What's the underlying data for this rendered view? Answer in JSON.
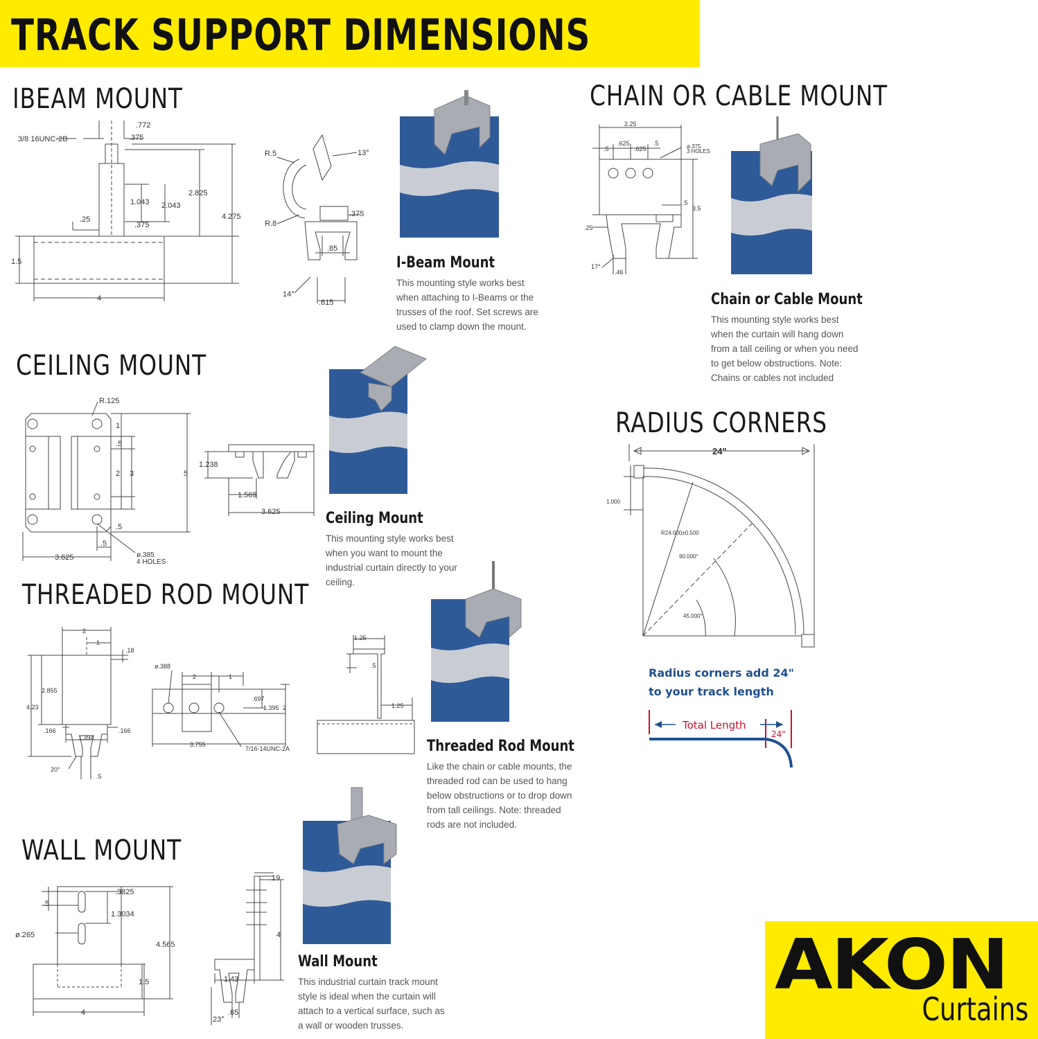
{
  "title": "TRACK SUPPORT DIMENSIONS",
  "sections": {
    "ibeam": {
      "heading": "IBEAM MOUNT",
      "caption": "I-Beam Mount",
      "desc": [
        "This mounting style works best",
        "when attaching to I-Beams or the",
        "trusses of the roof. Set screws are",
        "used to clamp down the mount."
      ],
      "dims": {
        "thread": "3/8  16UNC-2B",
        "d772": ".772",
        "d375a": ".375",
        "d1043": "1.043",
        "d2043": "2.043",
        "d2825": "2.825",
        "d4275": "4.275",
        "d25": ".25",
        "d375b": ".375",
        "d15": "1.5",
        "d4": "4",
        "r5": "R.5",
        "r8": "R.8",
        "a13": "13°",
        "d375c": ".375",
        "d85": ".85",
        "a14": "14°",
        "d615": ".615"
      }
    },
    "chain": {
      "heading": "CHAIN OR CABLE MOUNT",
      "caption": "Chain or Cable Mount",
      "desc": [
        "This mounting style works best",
        "when the curtain will hang down",
        "from a tall ceiling or when you need",
        "to get below obstructions. Note:",
        "Chains or cables not included"
      ],
      "dims": {
        "d225": "2.25",
        "d5a": ".5",
        "d625a": ".625",
        "d625b": ".625",
        "d5b": ".5",
        "holes1": "ø.375",
        "holes2": "3  HOLES",
        "d5c": ".5",
        "d35": "3.5",
        "d25": ".25",
        "a17": "17°",
        "d46": ".46"
      }
    },
    "ceiling": {
      "heading": "CEILING MOUNT",
      "caption": "Ceiling Mount",
      "desc": [
        "This mounting style works best",
        "when you want to mount the",
        "industrial curtain directly to your",
        "ceiling."
      ],
      "dims": {
        "r125": "R.125",
        "d1": "1",
        "d5a": ".5",
        "d2": "2",
        "d3": "3",
        "d5": "5",
        "d5b": ".5",
        "d5c": ".5",
        "d3625a": "3.625",
        "holes1": "ø.385",
        "holes2": "4  HOLES",
        "d1238": "1.238",
        "d1569": "1.569",
        "d3625b": "3.625"
      }
    },
    "threaded": {
      "heading": "THREADED ROD MOUNT",
      "caption": "Threaded Rod Mount",
      "desc": [
        "Like the chain or cable mounts, the",
        "threaded rod can be used to hang",
        "below obstructions or to drop down",
        "from tall ceilings. Note: threaded",
        "rods are not included."
      ],
      "dims": {
        "d2a": "2",
        "d1a": "1",
        "d18": ".18",
        "d2855": "2.855",
        "d423": "4.23",
        "d166a": ".166",
        "d1394": "1.394",
        "d166b": ".166",
        "a20": "20°",
        "d5": ".5",
        "d388": "ø.388",
        "d2b": "2",
        "d1b": "1",
        "d697": ".697",
        "d1395": "1.395",
        "d2c": "2",
        "d3755": "3.755",
        "thread": "7/16-14UNC-2A",
        "d125a": "1.25",
        "d5b": ".5",
        "d125b": "1.25"
      }
    },
    "wall": {
      "heading": "WALL MOUNT",
      "caption": "Wall Mount",
      "desc": [
        "This industrial curtain track mount",
        "style is ideal when the curtain will",
        "attach to a vertical surface, such as",
        "a wall or wooden trusses."
      ],
      "dims": {
        "d3825": ".3825",
        "d5": ".5",
        "d13034": "1.3034",
        "d265": "ø.265",
        "d4565": "4.565",
        "d15": "1.5",
        "d4a": "4",
        "d19": ".19",
        "d4b": "4",
        "d143": "1.43",
        "d65": ".65",
        "a23": "23°"
      }
    },
    "radius": {
      "heading": "RADIUS CORNERS",
      "width_label": "24\"",
      "d1000": "1.000",
      "r_label": "R24.000±0.500",
      "a90": "90.000°",
      "a45": "45.000°",
      "note": [
        "Radius corners add 24\"",
        "to your track length"
      ],
      "total_length": "Total Length",
      "corner_label": "24\""
    }
  },
  "logo": {
    "brand": "AKON",
    "sub": "Curtains"
  },
  "colors": {
    "yellow": "#ffeb00",
    "curtain_blue": "#2f5a98",
    "accent_red": "#c8102e",
    "note_blue": "#1f4f8f"
  }
}
